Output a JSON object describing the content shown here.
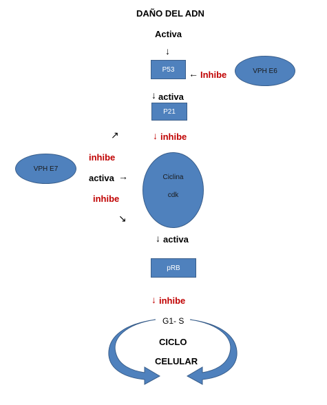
{
  "title": "DAÑO DEL ADN",
  "activa_top": "Activa",
  "down_arrow": "↓",
  "p53": "P53",
  "inhibe_p53": "Inhibe",
  "left_arrow": "←",
  "vph_e6": "VPH E6",
  "activa_p21": "activa",
  "p21": "P21",
  "inhibe_ciclina": "inhibe",
  "vph_e7": "VPH E7",
  "inhibe_left_1": "inhibe",
  "activa_left": "activa",
  "right_arrow": "→",
  "inhibe_left_2": "inhibe",
  "diag_up_arrow": "↗",
  "diag_down_arrow": "↘",
  "ciclina": "Ciclina",
  "cdk": "cdk",
  "activa_prb": "activa",
  "prb": "pRB",
  "inhibe_cycle": "inhibe",
  "g1s": "G1- S",
  "ciclo": "CICLO",
  "celular": "CELULAR",
  "colors": {
    "shape_fill": "#4f81bd",
    "shape_border": "#385d8a",
    "red_text": "#c00000"
  }
}
